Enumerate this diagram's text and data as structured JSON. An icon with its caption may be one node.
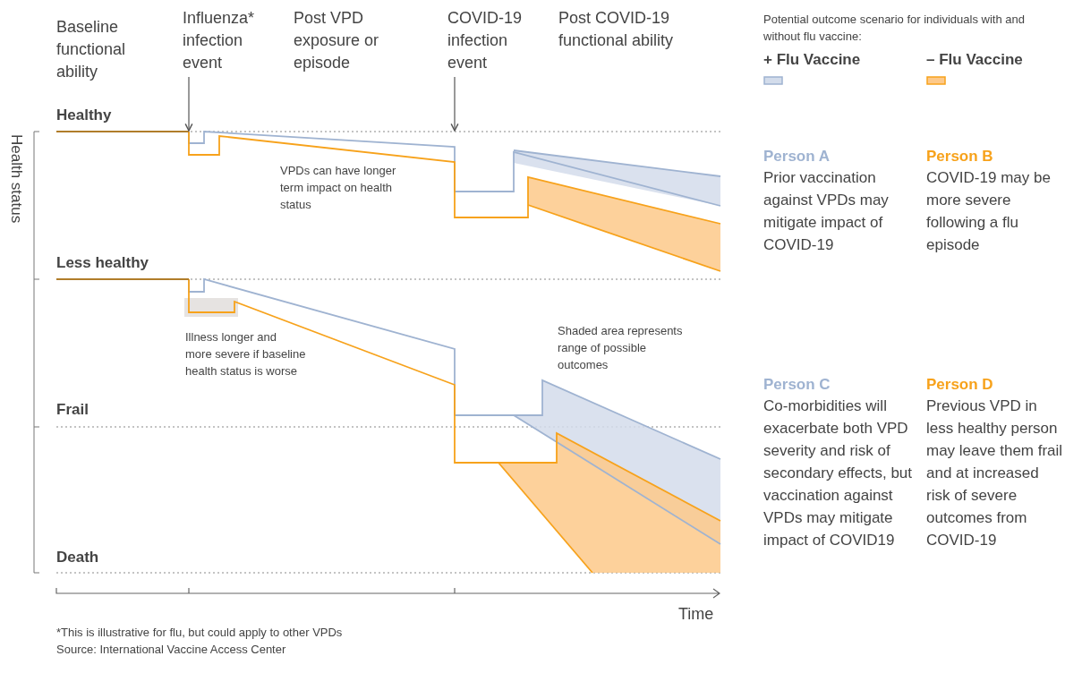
{
  "diagram": {
    "nodes": [
      {
        "text": [
          "Influenza* infection event"
        ]
      },
      {
        "text": [
          "COVID-19 infection event"
        ]
      }
    ],
    "edges": [
      {
        "from": 0,
        "to": null,
        "arrow": "to"
      },
      {
        "from": 1,
        "to": null,
        "arrow": "to"
      }
    ],
    "labels": [
      "Baseline functional ability",
      "Post VPD exposure or episode",
      "Post COVID-19 functional ability",
      "Potential outcome scenario for individuals with and without flu vaccine:",
      "Healthy",
      "Health status",
      "VPDs can have longer term impact on health status",
      "Person A",
      "Prior vaccination against VPDs may mitigate impact of COVID-19",
      "Person B",
      "COVID-19 may be more severe following a flu episode",
      "Less healthy",
      "Illness longer and more severe if baseline health status is worse",
      "Shaded area represents range of possible outcomes",
      "Person C",
      "Co-morbidities will exacerbate both VPD severity and risk of secondary effects, but vaccination against VPDs may mitigate impact of COVID19",
      "Person D",
      "Previous VPD in less healthy person may leave them frail and at increased risk of severe outcomes from COVID-19",
      "Frail",
      "Death",
      "Time",
      "*This is illustrative for flu, but could apply to other VPDs",
      "Source: International Vaccine Access Center"
    ],
    "legend": [
      {
        "text": "+ Flu Vaccine",
        "color": "#d3dceb"
      },
      {
        "text": "– Flu Vaccine",
        "color": "#fdc98a"
      }
    ]
  }
}
